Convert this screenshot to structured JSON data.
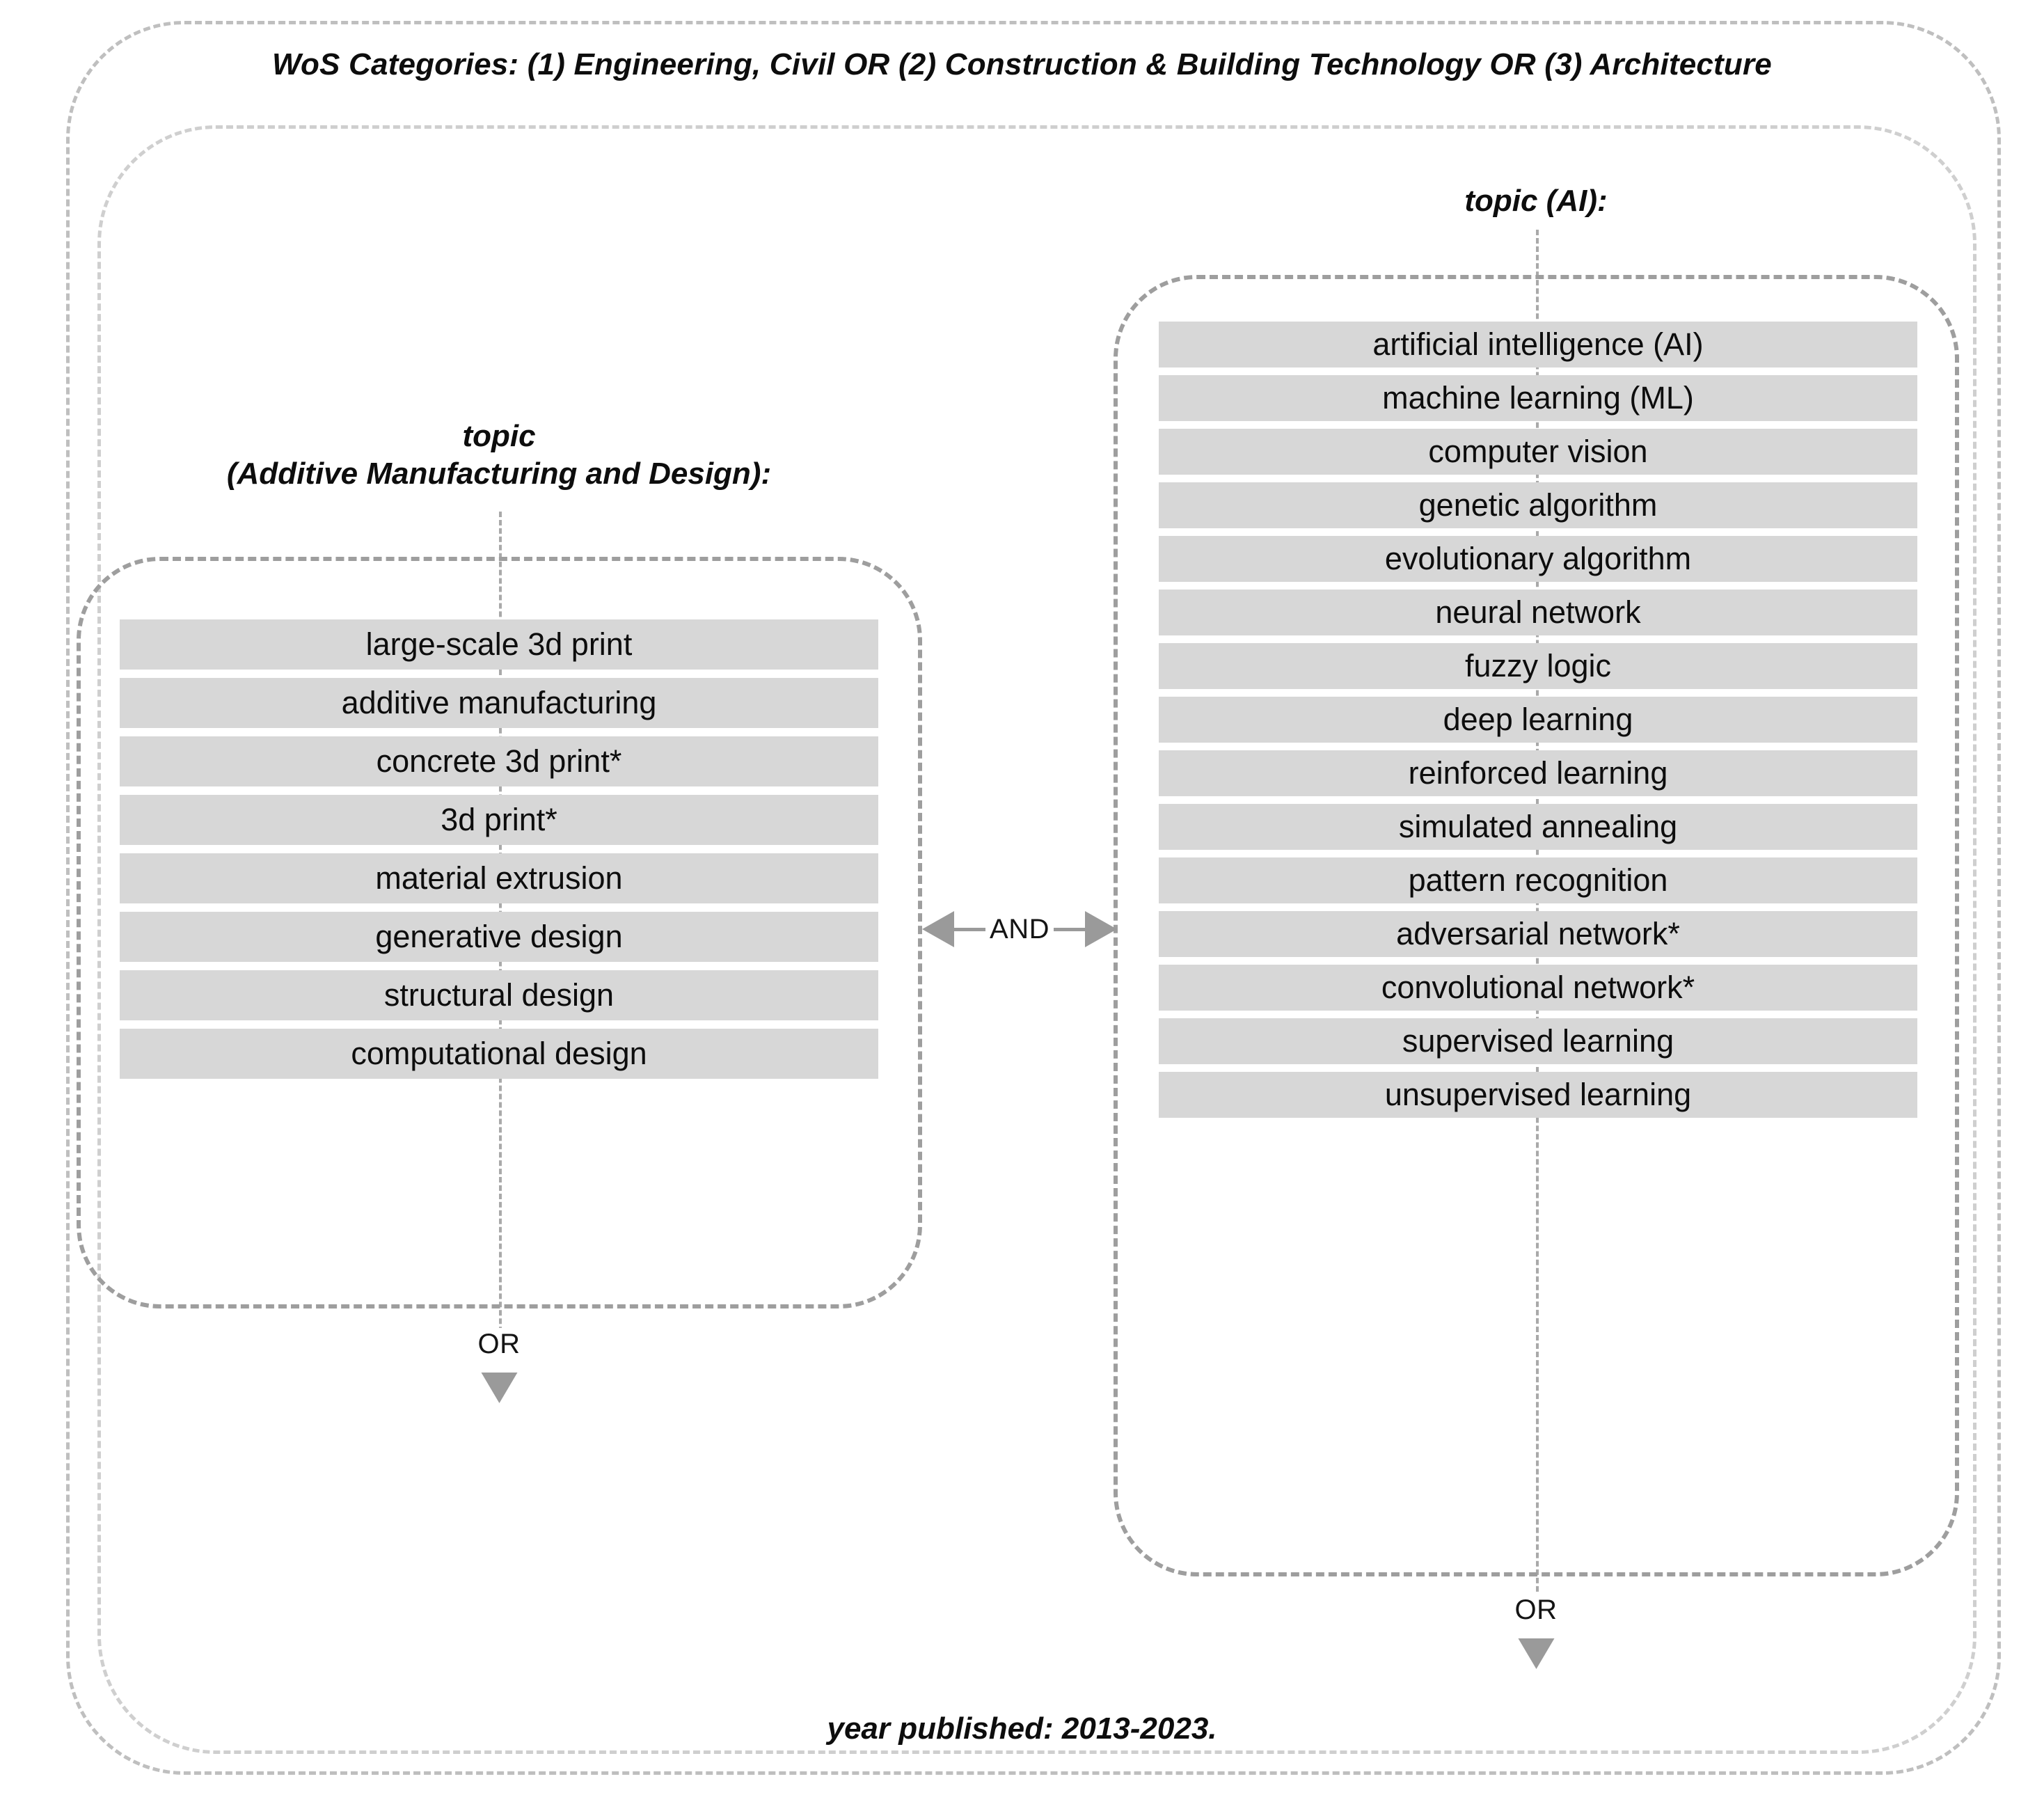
{
  "diagram": {
    "title_top": "WoS Categories: (1) Engineering, Civil OR (2) Construction & Building Technology OR (3) Architecture",
    "title_bottom": "year published: 2013-2023.",
    "and_label": "AND",
    "or_label_left": "OR",
    "or_label_right": "OR",
    "colors": {
      "chip_fill": "#d7d7d7",
      "dashed_outer": "#bfbfbf",
      "dashed_inner": "#cfcfcf",
      "dashed_group": "#9e9e9e",
      "connector": "#9a9a9a",
      "text": "#0d0d0d"
    },
    "left_group": {
      "label_line1": "topic",
      "label_line2": "(Additive Manufacturing and Design):",
      "items": [
        "large-scale 3d print",
        "additive manufacturing",
        "concrete 3d print*",
        "3d print*",
        "material extrusion",
        "generative design",
        "structural design",
        "computational design"
      ]
    },
    "right_group": {
      "label_line1": "topic (AI):",
      "items": [
        "artificial intelligence (AI)",
        "machine learning (ML)",
        "computer vision",
        "genetic algorithm",
        "evolutionary algorithm",
        "neural network",
        "fuzzy logic",
        "deep learning",
        "reinforced learning",
        "simulated annealing",
        "pattern recognition",
        "adversarial network*",
        "convolutional network*",
        "supervised learning",
        "unsupervised learning"
      ]
    }
  }
}
